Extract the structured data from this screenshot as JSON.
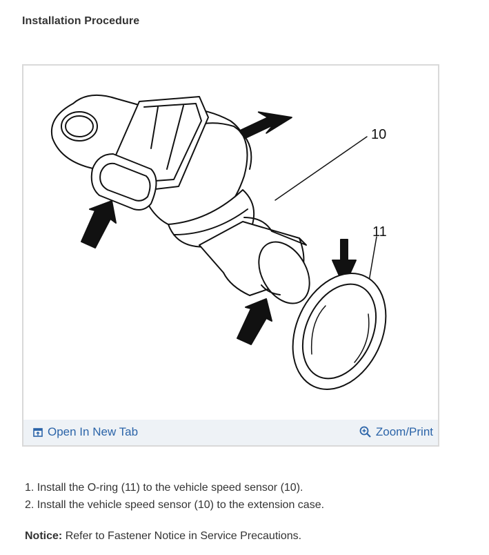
{
  "section": {
    "heading": "Installation Procedure"
  },
  "figure": {
    "callouts": {
      "sensor": "10",
      "oring": "11"
    },
    "toolbar": {
      "open_tab_label": "Open In New Tab",
      "open_tab_icon": "open-in-new-tab-icon",
      "zoom_label": "Zoom/Print",
      "zoom_icon": "magnifier-plus-icon",
      "link_color": "#2b64a8"
    }
  },
  "steps": [
    {
      "number": "1.",
      "text": "Install the O-ring (11) to the vehicle speed sensor (10)."
    },
    {
      "number": "2.",
      "text": "Install the vehicle speed sensor (10) to the extension case."
    }
  ],
  "notice": {
    "label": "Notice:",
    "text": "Refer to Fastener Notice in Service Precautions."
  }
}
